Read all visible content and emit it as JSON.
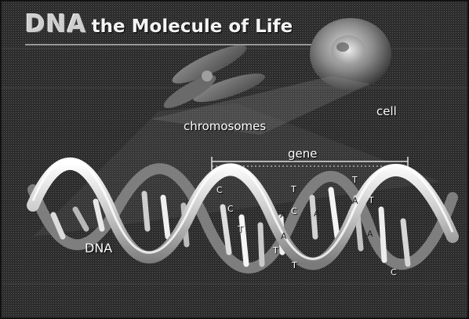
{
  "title": {
    "highlight": "DNA",
    "text": "the Molecule of Life"
  },
  "labels": {
    "cell": "cell",
    "chromosomes": "chromosomes",
    "gene": "gene",
    "dna": "DNA"
  },
  "bases": [
    "C",
    "C",
    "T",
    "A",
    "C",
    "T",
    "T",
    "A",
    "T",
    "A",
    "A",
    "C",
    "T",
    "A",
    "T"
  ],
  "colors": {
    "background": "#2b2b2b",
    "helix_strand": "#e6e6e6",
    "label_text": "#ffffff"
  }
}
